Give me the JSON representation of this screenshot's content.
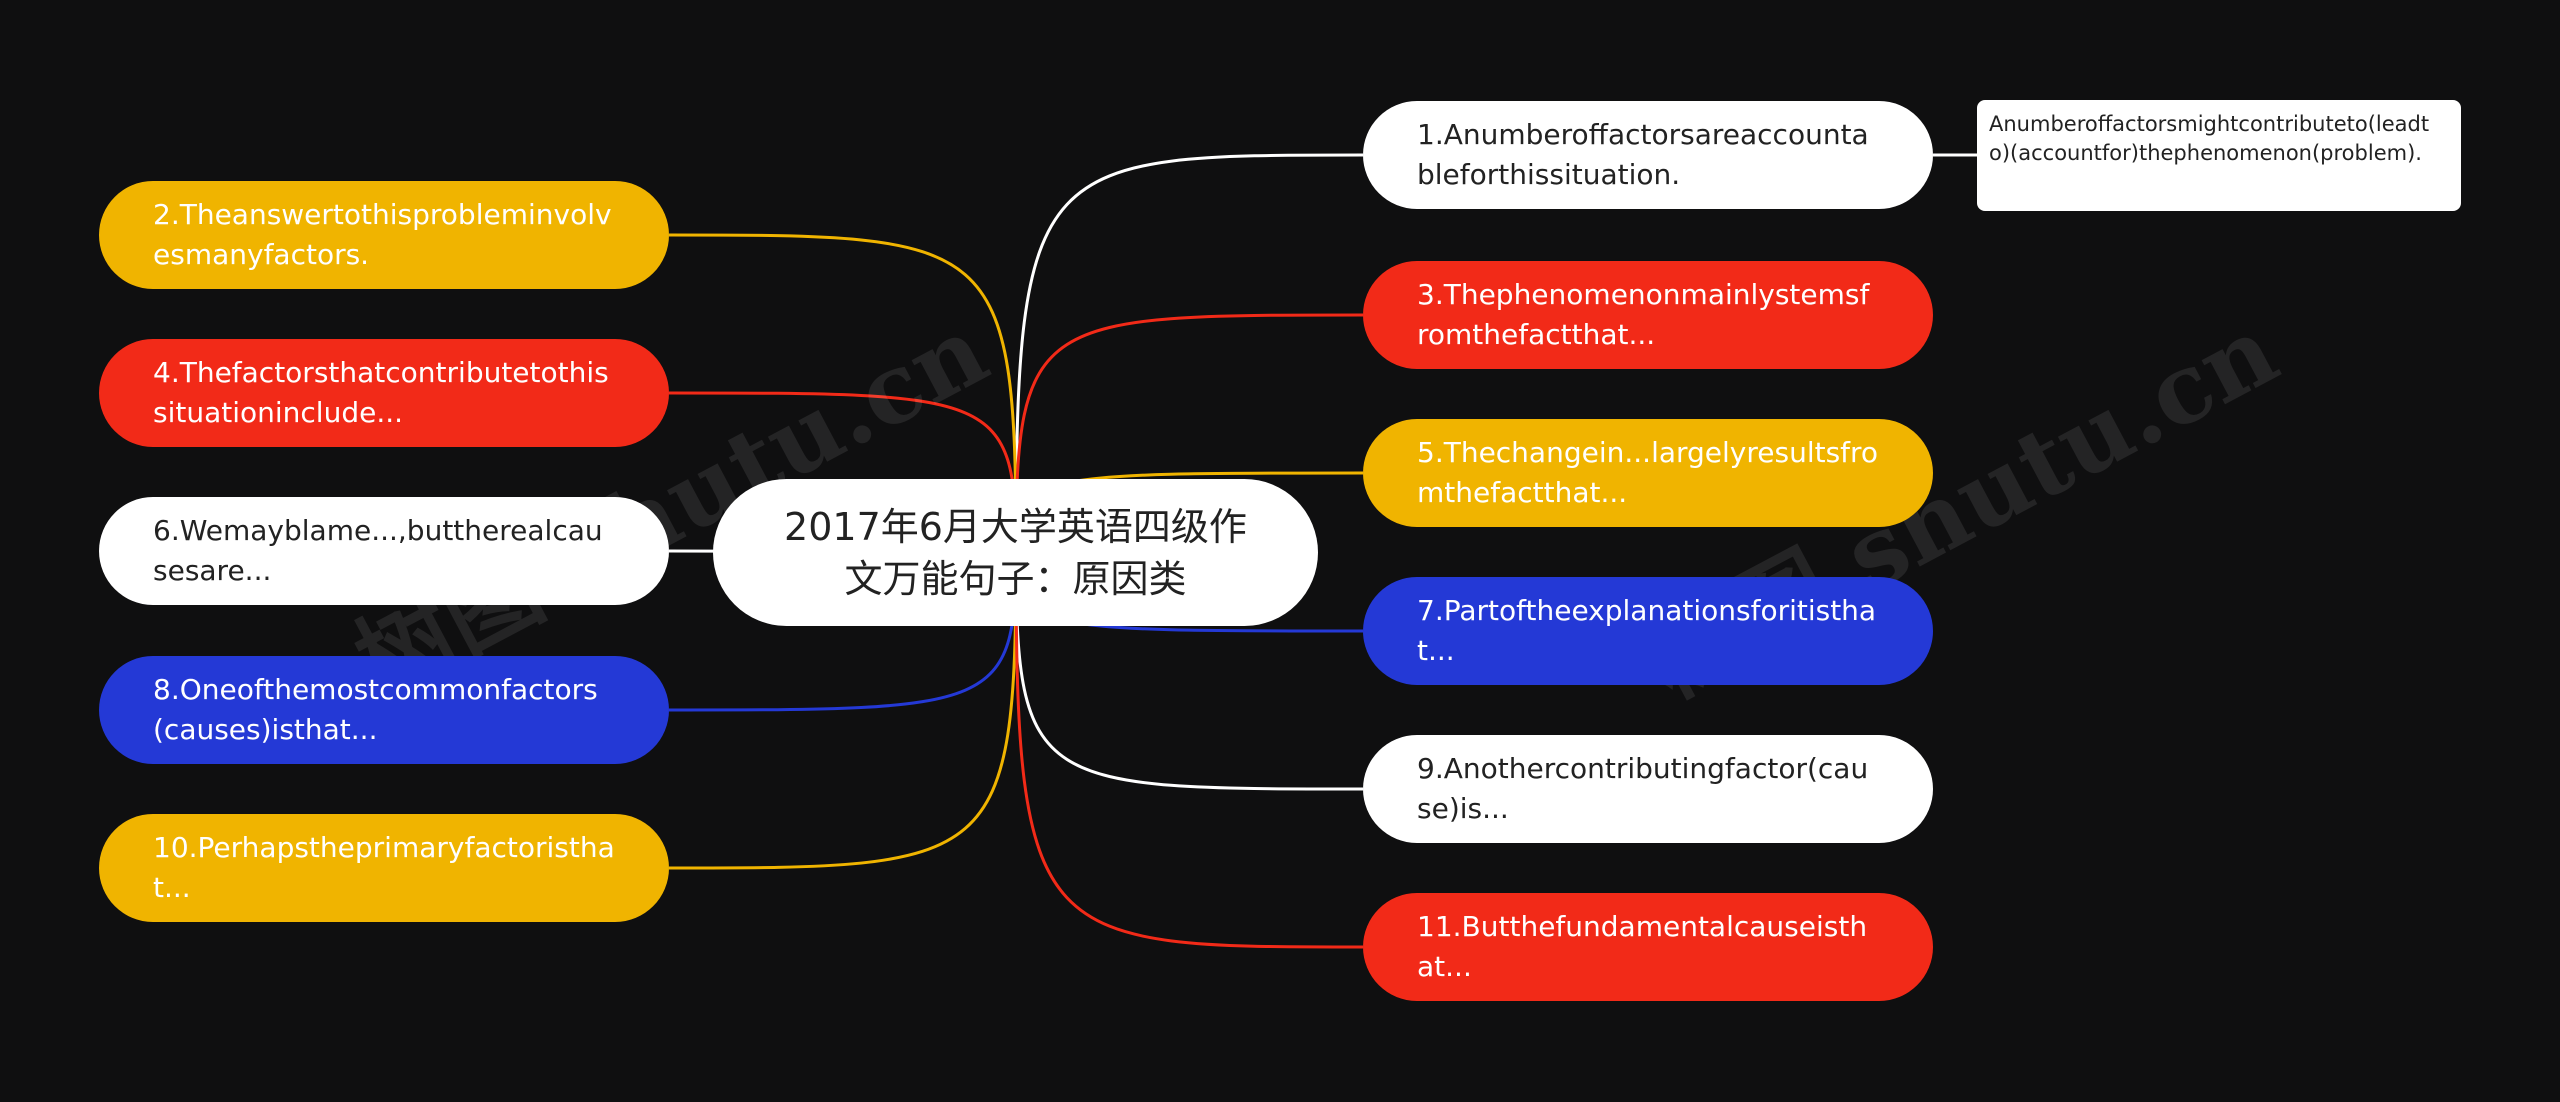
{
  "center": {
    "text": "2017年6月大学英语四级作文万能句子：原因类"
  },
  "nodes": [
    {
      "id": "n1",
      "text": "1.Anumberoffactorsareaccountableforthissituation.",
      "color": "#ffffff",
      "text_color": "#222222"
    },
    {
      "id": "n2",
      "text": "2.Theanswertothisprobleminvolvesmanyfactors.",
      "color": "#f0b400",
      "text_color": "#ffffff"
    },
    {
      "id": "n3",
      "text": "3.Thephenomenonmainlystemsfromthefactthat...",
      "color": "#f22a18",
      "text_color": "#ffffff"
    },
    {
      "id": "n4",
      "text": "4.Thefactorsthatcontributetothissituationinclude...",
      "color": "#f22a18",
      "text_color": "#ffffff"
    },
    {
      "id": "n5",
      "text": "5.Thechangein...largelyresultsfromthefactthat...",
      "color": "#f0b400",
      "text_color": "#ffffff"
    },
    {
      "id": "n6",
      "text": "6.Wemayblame...,buttherealcausesare...",
      "color": "#ffffff",
      "text_color": "#222222"
    },
    {
      "id": "n7",
      "text": "7.Partoftheexplanationsforitisthat...",
      "color": "#2439d6",
      "text_color": "#ffffff"
    },
    {
      "id": "n8",
      "text": "8.Oneofthemostcommonfactors(causes)isthat...",
      "color": "#2439d6",
      "text_color": "#ffffff"
    },
    {
      "id": "n9",
      "text": "9.Anothercontributingfactor(cause)is...",
      "color": "#ffffff",
      "text_color": "#222222"
    },
    {
      "id": "n10",
      "text": "10.Perhapstheprimaryfactoristhat...",
      "color": "#f0b400",
      "text_color": "#ffffff"
    },
    {
      "id": "n11",
      "text": "11.Butthefundamentalcauseisthat...",
      "color": "#f22a18",
      "text_color": "#ffffff"
    }
  ],
  "detail": {
    "text": "Anumberoffactorsmightcontributeto(leadto)(accountfor)thephenomenon(problem)."
  },
  "watermarks": [
    "树图 shutu.cn",
    "树图 shutu.cn"
  ]
}
